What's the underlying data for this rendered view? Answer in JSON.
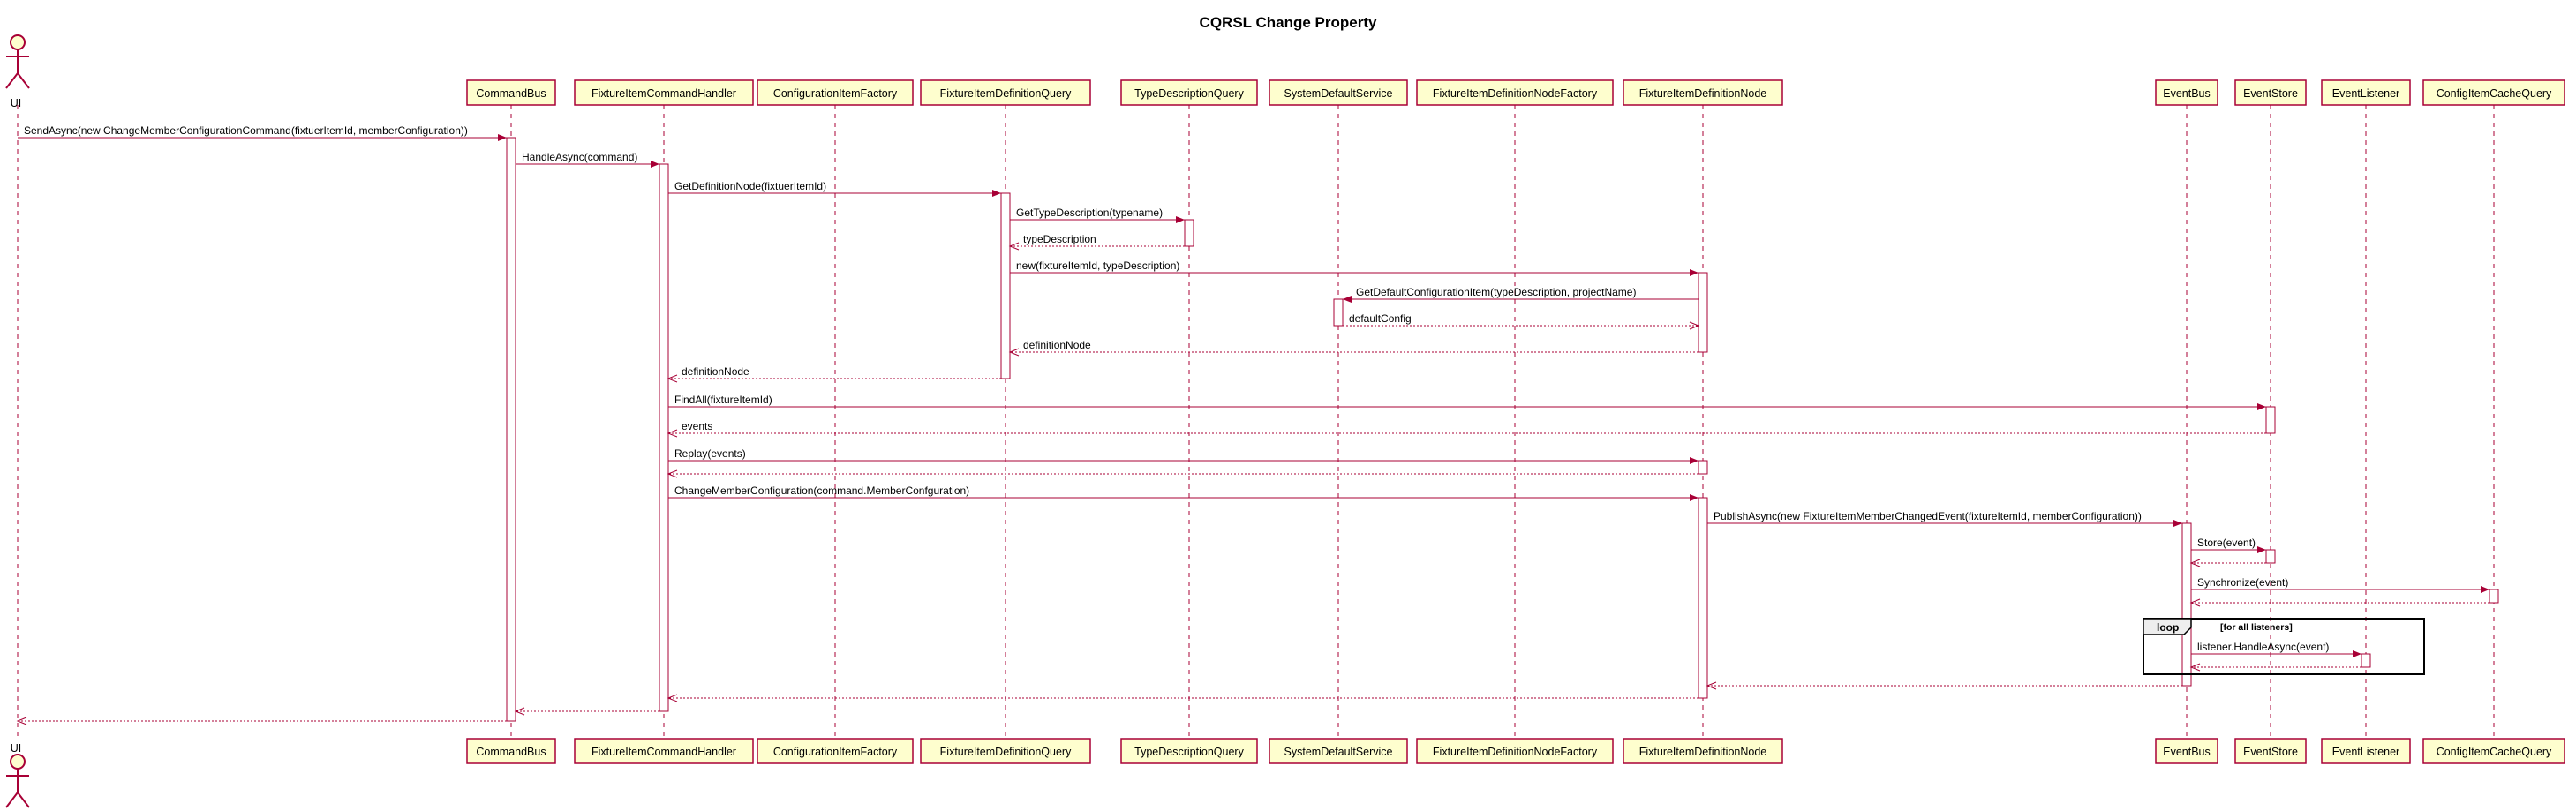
{
  "title": "CQRSL Change Property",
  "participants": [
    {
      "id": "ui",
      "label": "UI",
      "kind": "actor"
    },
    {
      "id": "commandbus",
      "label": "CommandBus",
      "kind": "participant"
    },
    {
      "id": "handler",
      "label": "FixtureItemCommandHandler",
      "kind": "participant"
    },
    {
      "id": "cifactory",
      "label": "ConfigurationItemFactory",
      "kind": "participant"
    },
    {
      "id": "fidquery",
      "label": "FixtureItemDefinitionQuery",
      "kind": "participant"
    },
    {
      "id": "tdquery",
      "label": "TypeDescriptionQuery",
      "kind": "participant"
    },
    {
      "id": "sds",
      "label": "SystemDefaultService",
      "kind": "participant"
    },
    {
      "id": "fidnfactory",
      "label": "FixtureItemDefinitionNodeFactory",
      "kind": "participant"
    },
    {
      "id": "fidnode",
      "label": "FixtureItemDefinitionNode",
      "kind": "participant"
    },
    {
      "id": "eventbus",
      "label": "EventBus",
      "kind": "participant"
    },
    {
      "id": "eventstore",
      "label": "EventStore",
      "kind": "participant"
    },
    {
      "id": "eventlistener",
      "label": "EventListener",
      "kind": "participant"
    },
    {
      "id": "cachequery",
      "label": "ConfigItemCacheQuery",
      "kind": "participant"
    }
  ],
  "messages": [
    {
      "from": "ui",
      "to": "commandbus",
      "label": "SendAsync(new ChangeMemberConfigurationCommand(fixtuerItemId, memberConfiguration))",
      "type": "sync"
    },
    {
      "from": "commandbus",
      "to": "handler",
      "label": "HandleAsync(command)",
      "type": "sync"
    },
    {
      "from": "handler",
      "to": "fidquery",
      "label": "GetDefinitionNode(fixtuerItemId)",
      "type": "sync"
    },
    {
      "from": "fidquery",
      "to": "tdquery",
      "label": "GetTypeDescription(typename)",
      "type": "sync"
    },
    {
      "from": "tdquery",
      "to": "fidquery",
      "label": "typeDescription",
      "type": "return"
    },
    {
      "from": "fidquery",
      "to": "fidnode",
      "label": "new(fixtureItemId, typeDescription)",
      "type": "sync"
    },
    {
      "from": "fidnode",
      "to": "sds",
      "label": "GetDefaultConfigurationItem(typeDescription, projectName)",
      "type": "sync"
    },
    {
      "from": "sds",
      "to": "fidnode",
      "label": "defaultConfig",
      "type": "return"
    },
    {
      "from": "fidnode",
      "to": "fidquery",
      "label": "definitionNode",
      "type": "return"
    },
    {
      "from": "fidquery",
      "to": "handler",
      "label": "definitionNode",
      "type": "return"
    },
    {
      "from": "handler",
      "to": "eventstore",
      "label": "FindAll(fixtureItemId)",
      "type": "sync"
    },
    {
      "from": "eventstore",
      "to": "handler",
      "label": "events",
      "type": "return"
    },
    {
      "from": "handler",
      "to": "fidnode",
      "label": "Replay(events)",
      "type": "sync"
    },
    {
      "from": "fidnode",
      "to": "handler",
      "label": "",
      "type": "return"
    },
    {
      "from": "handler",
      "to": "fidnode",
      "label": "ChangeMemberConfiguration(command.MemberConfguration)",
      "type": "sync"
    },
    {
      "from": "fidnode",
      "to": "eventbus",
      "label": "PublishAsync(new FixtureItemMemberChangedEvent(fixtureItemId, memberConfiguration))",
      "type": "sync"
    },
    {
      "from": "eventbus",
      "to": "eventstore",
      "label": "Store(event)",
      "type": "sync"
    },
    {
      "from": "eventstore",
      "to": "eventbus",
      "label": "",
      "type": "return"
    },
    {
      "from": "eventbus",
      "to": "cachequery",
      "label": "Synchronize(event)",
      "type": "sync"
    },
    {
      "from": "cachequery",
      "to": "eventbus",
      "label": "",
      "type": "return"
    },
    {
      "from": "eventbus",
      "to": "eventlistener",
      "label": "listener.HandleAsync(event)",
      "type": "sync"
    },
    {
      "from": "eventlistener",
      "to": "eventbus",
      "label": "",
      "type": "return"
    },
    {
      "from": "eventbus",
      "to": "fidnode",
      "label": "",
      "type": "return"
    },
    {
      "from": "fidnode",
      "to": "handler",
      "label": "",
      "type": "return"
    },
    {
      "from": "handler",
      "to": "commandbus",
      "label": "",
      "type": "return"
    },
    {
      "from": "commandbus",
      "to": "ui",
      "label": "",
      "type": "return"
    }
  ],
  "loop": {
    "keyword": "loop",
    "condition": "[for all listeners]"
  }
}
